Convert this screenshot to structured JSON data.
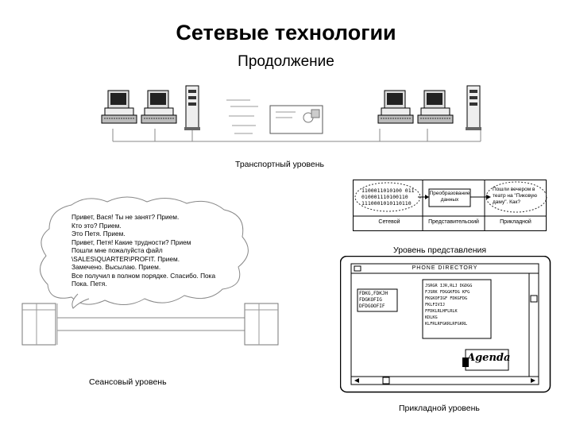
{
  "header": {
    "title": "Сетевые технологии",
    "subtitle": "Продолжение"
  },
  "transport": {
    "caption": "Транспортный уровень"
  },
  "presentation": {
    "caption": "Уровень представления",
    "bits_lines": [
      "1100011010100 011",
      "010001110100110",
      "1110001010110110"
    ],
    "transform_label_1": "Преобразование",
    "transform_label_2": "данных",
    "message_lines": [
      "Пошли вечером в",
      "театр на \"Пиковую",
      "даму\". Как?"
    ],
    "col_channel": "Сетевой",
    "col_presentation": "Представительский",
    "col_application": "Прикладной"
  },
  "session": {
    "caption": "Сеансовый уровень",
    "cloud_lines": [
      "Привет, Вася! Ты не занят? Прием.",
      "Кто это? Прием.",
      "Это Петя. Прием.",
      "Привет, Петя! Какие трудности? Прием",
      "Пошли мне пожалуйста файл",
      "\\SALES\\QUARTER\\PROFIT. Прием.",
      "Замечено. Высылаю. Прием.",
      "Все получил в полном порядке. Спасибо. Пока",
      "Пока. Петя."
    ]
  },
  "application": {
    "caption": "Прикладной уровень",
    "window_title": "PHONE DIRECTORY",
    "small_box_lines": [
      "FDKG,FDKJH",
      "FDGKOFIG",
      "DFDGOOFIF"
    ],
    "list_lines": [
      "JSRGR IJR,RLJ DGDGG",
      "FJSRK FDGGKFDG KFG",
      "FKGKOFIGF FDKGFDG",
      "FKLFIVIJ",
      "FFDKLRLHFLRLK",
      "KDLKG",
      "KLFRLRFGKRLRFGKRL"
    ],
    "logo_text": "Agenda"
  }
}
